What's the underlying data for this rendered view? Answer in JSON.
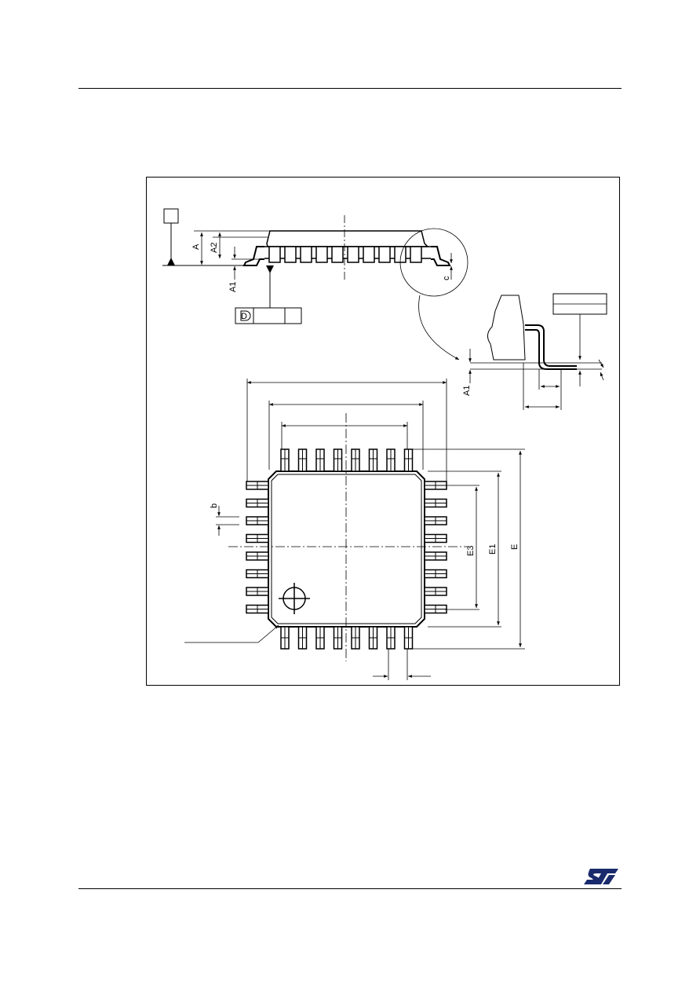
{
  "header": {
    "rule": true
  },
  "figure": {
    "labels": {
      "A": "A",
      "A2": "A2",
      "A1_side": "A1",
      "c": "c",
      "A1_detail": "A1",
      "b": "b",
      "E3": "E3",
      "E1": "E1",
      "E": "E",
      "datum": "D"
    },
    "pins": {
      "per_side": 8
    }
  },
  "footer": {
    "logo": "st-logo"
  }
}
